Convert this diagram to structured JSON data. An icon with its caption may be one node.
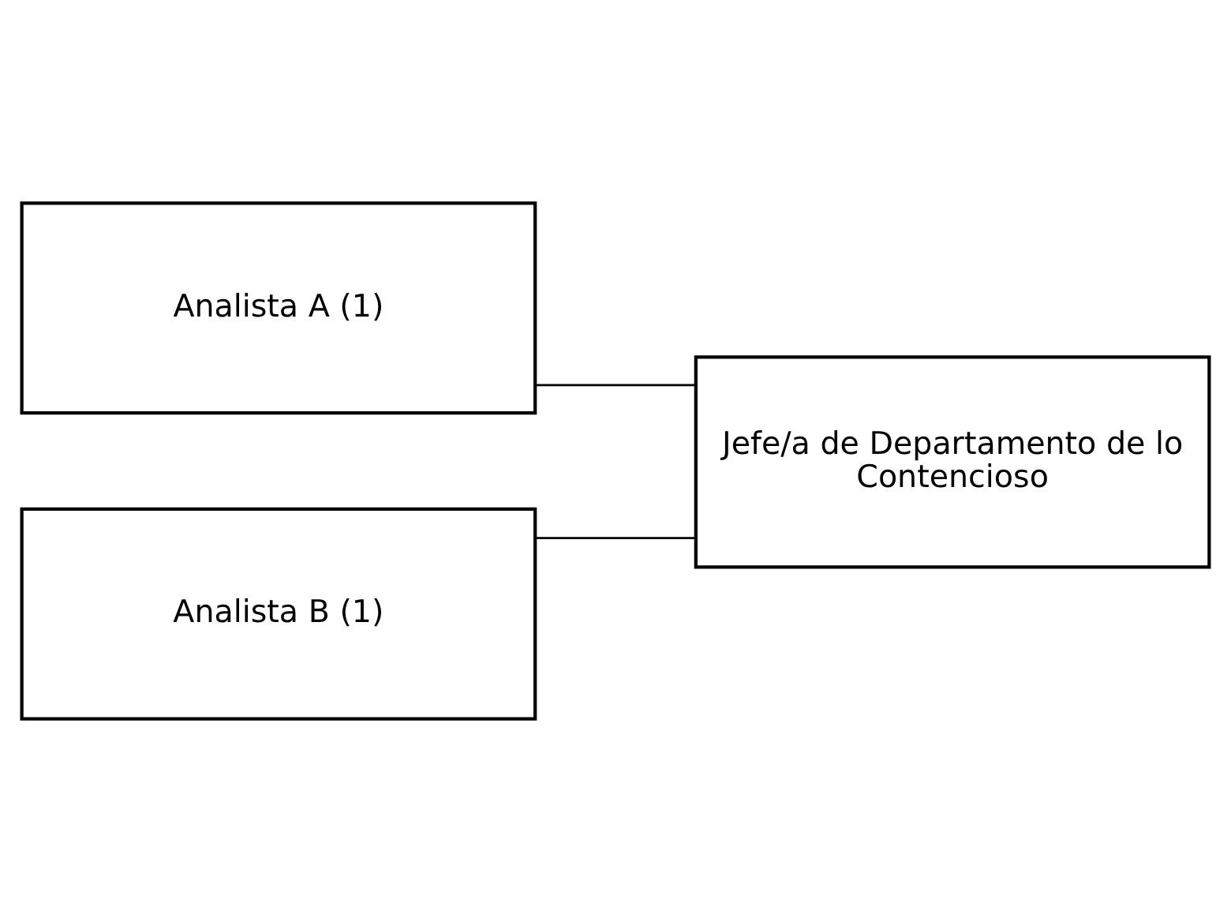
{
  "diagram": {
    "nodes": [
      {
        "text": [
          "Jefe/a de Departamento de lo Contencioso"
        ]
      },
      {
        "text": [
          "Analista A (1)"
        ]
      },
      {
        "text": [
          "Analista B (1)"
        ]
      }
    ],
    "edges": [
      {
        "from": 0,
        "to": 1,
        "arrow": "none"
      },
      {
        "from": 0,
        "to": 2,
        "arrow": "none"
      }
    ]
  }
}
